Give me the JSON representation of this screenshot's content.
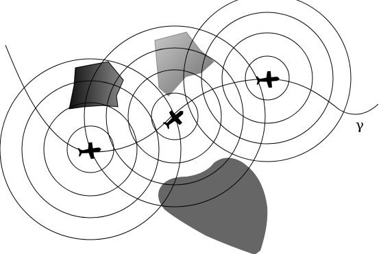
{
  "diagram": {
    "curve_label": "γ",
    "colors": {
      "stroke": "#000000",
      "obstacle_dark": "#1a1a1a",
      "obstacle_light": "#6e6e6e",
      "obstacle_blob": "#666666",
      "background": "#ffffff"
    },
    "aircraft_count": 3,
    "ring_count_per_aircraft": 4
  }
}
